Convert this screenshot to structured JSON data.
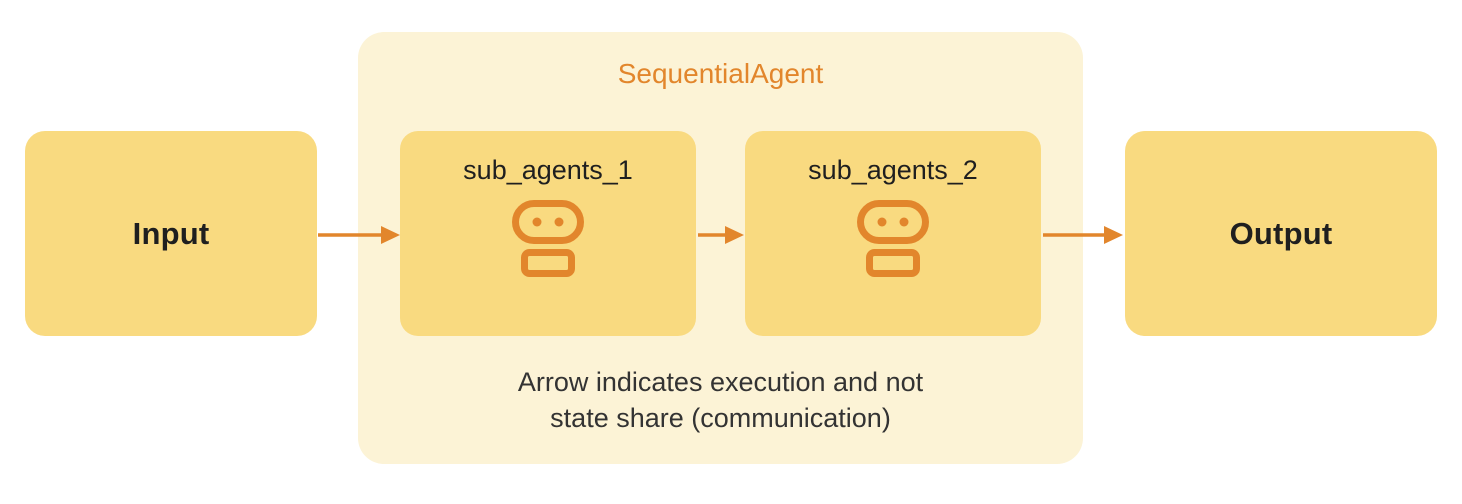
{
  "nodes": {
    "input": "Input",
    "output": "Output"
  },
  "sequential_agent": {
    "title": "SequentialAgent",
    "sub_agents": [
      {
        "label": "sub_agents_1",
        "icon": "robot-icon"
      },
      {
        "label": "sub_agents_2",
        "icon": "robot-icon"
      }
    ],
    "caption": [
      "Arrow indicates execution and not",
      "state share (communication)"
    ]
  },
  "arrows": [
    {
      "name": "input-to-sub-agent-1"
    },
    {
      "name": "sub-agent-1-to-sub-agent-2"
    },
    {
      "name": "sub-agent-2-to-output"
    }
  ],
  "colors": {
    "node_fill": "#F9DA80",
    "container_fill": "#FCF3D6",
    "accent_orange": "#E2862C",
    "text_dark": "#1F1F1F"
  }
}
